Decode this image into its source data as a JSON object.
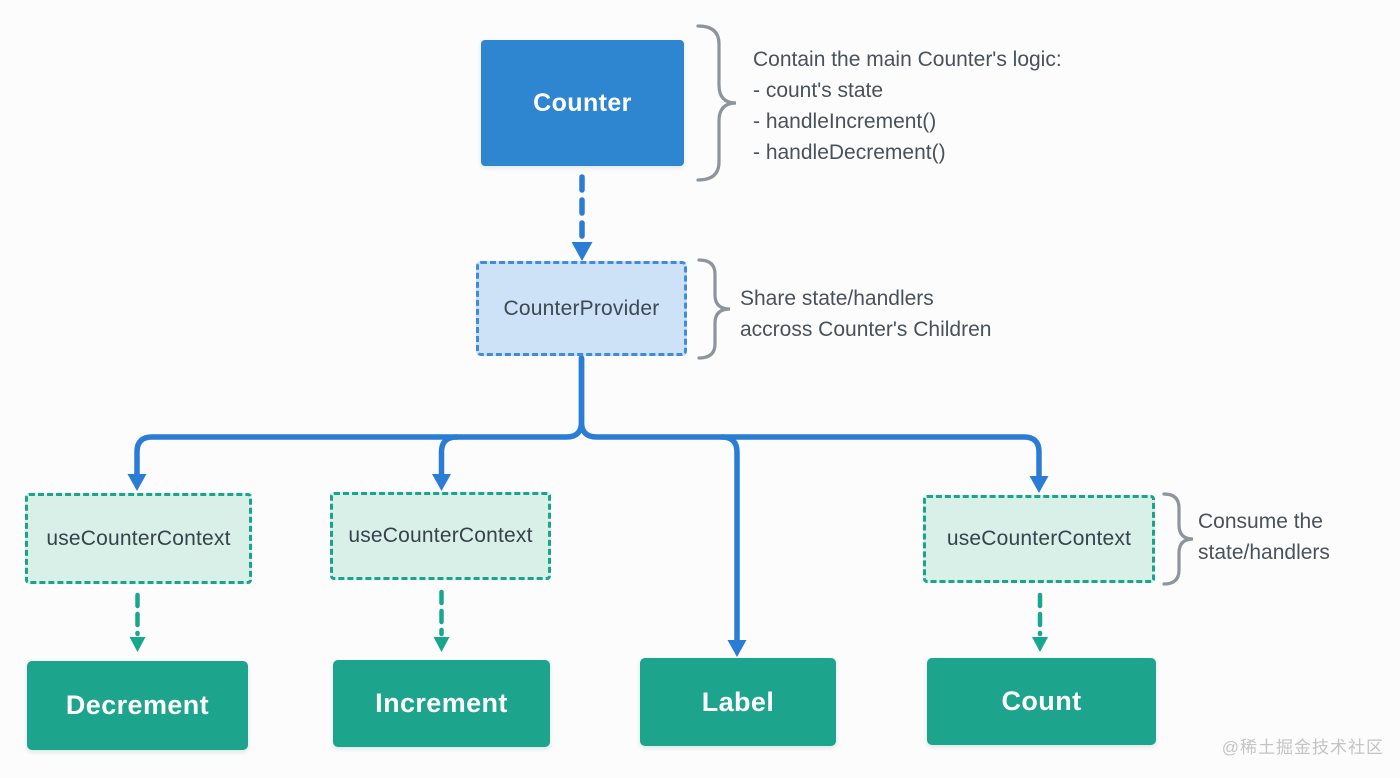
{
  "canvas": {
    "background": "#fcfcfc"
  },
  "colors": {
    "blue_solid_box": "#2e86d1",
    "blue_connector": "#2b7cd4",
    "blue_dashed_border": "#3e8bdf",
    "blue_light_fill": "#cde2f6",
    "teal_solid_box": "#1ca48c",
    "teal_connector": "#18a78c",
    "teal_dashed_border": "#1aa58b",
    "mint_fill": "#d9f0e9",
    "node_text_dark": "#3d4852",
    "annotation_text": "#49525b",
    "brace": "#8d949b",
    "watermark": "#c4c4c4"
  },
  "nodes": {
    "counter": {
      "label": "Counter"
    },
    "provider": {
      "label": "CounterProvider"
    },
    "hooks": [
      {
        "label": "useCounterContext"
      },
      {
        "label": "useCounterContext"
      },
      {
        "label": "useCounterContext"
      }
    ],
    "leaves": [
      {
        "label": "Decrement"
      },
      {
        "label": "Increment"
      },
      {
        "label": "Label"
      },
      {
        "label": "Count"
      }
    ]
  },
  "annotations": {
    "counter_logic": {
      "lines": [
        "Contain the main Counter's logic:",
        "- count's state",
        "- handleIncrement()",
        "- handleDecrement()"
      ]
    },
    "share": {
      "lines": [
        "Share state/handlers",
        "accross Counter's Children"
      ]
    },
    "consume": {
      "lines": [
        "Consume the",
        "state/handlers"
      ]
    }
  },
  "watermark": {
    "text": "@稀土掘金技术社区"
  }
}
